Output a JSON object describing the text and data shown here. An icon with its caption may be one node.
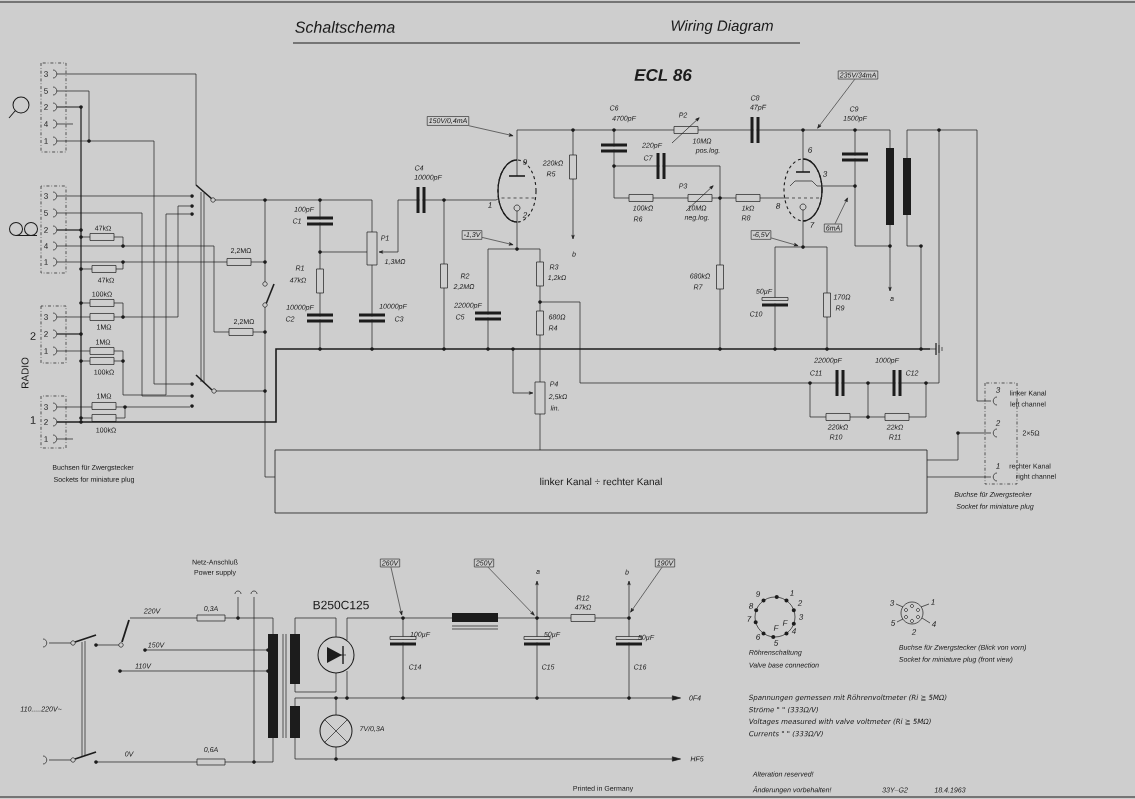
{
  "diagram": {
    "title": "Schaltschema",
    "nodes": [
      {
        "text": [
          "150V/0,4mA"
        ]
      },
      {
        "text": [
          "-1,3V"
        ]
      },
      {
        "text": [
          "235V/34mA"
        ]
      },
      {
        "text": [
          "6mA"
        ]
      },
      {
        "text": [
          "-6,5V"
        ]
      },
      {
        "text": [
          "260V"
        ]
      },
      {
        "text": [
          "250V"
        ]
      },
      {
        "text": [
          "190V"
        ]
      },
      {
        "text": [
          "linker Kanal ÷ rechter Kanal"
        ]
      }
    ],
    "edges": [
      {
        "from": 0,
        "to": null,
        "arrow": "to"
      },
      {
        "from": 1,
        "to": null,
        "arrow": "to"
      },
      {
        "from": 2,
        "to": null,
        "arrow": "to"
      },
      {
        "from": 3,
        "to": null,
        "arrow": "to"
      },
      {
        "from": 4,
        "to": null,
        "arrow": "to"
      },
      {
        "from": 5,
        "to": null,
        "arrow": "to"
      },
      {
        "from": 6,
        "to": null,
        "arrow": "to"
      },
      {
        "from": 7,
        "to": null,
        "arrow": "to"
      }
    ],
    "labels": [
      "Wiring Diagram",
      "ECL 86",
      "3",
      "5",
      "2",
      "4",
      "1",
      "3",
      "5",
      "2",
      "4",
      "1",
      "3",
      "2",
      "1",
      "3",
      "2",
      "1",
      "2",
      "1",
      "RADIO",
      "47kΩ",
      "47kΩ",
      "100kΩ",
      "1MΩ",
      "1MΩ",
      "100kΩ",
      "1MΩ",
      "100kΩ",
      "2,2MΩ",
      "2,2MΩ",
      "Buchsen für Zwergstecker",
      "Sockets for miniature plug",
      "C4",
      "10000pF",
      "100pF",
      "C1",
      "P1",
      "1,3MΩ",
      "R1",
      "47kΩ",
      "10000pF",
      "C2",
      "10000pF",
      "C3",
      "R2",
      "2,2MΩ",
      "22000pF",
      "C5",
      "R3",
      "1,2kΩ",
      "680Ω",
      "R4",
      "P4",
      "2,5kΩ",
      "lin.",
      "220kΩ",
      "R5",
      "b",
      "C6",
      "4700pF",
      "P2",
      "220pF",
      "10MΩ",
      "pos.log.",
      "C7",
      "P3",
      "10MΩ",
      "neg.log.",
      "100kΩ",
      "R6",
      "1kΩ",
      "R8",
      "680kΩ",
      "R7",
      "C8",
      "47pF",
      "C9",
      "1500pF",
      "9",
      "1",
      "2",
      "6",
      "8",
      "3",
      "7",
      "50µF",
      "C10",
      "170Ω",
      "R9",
      "a",
      "22000pF",
      "C11",
      "1000pF",
      "C12",
      "220kΩ",
      "R10",
      "22kΩ",
      "R11",
      "3",
      "2",
      "1",
      "linker Kanal",
      "left channel",
      "2×5Ω",
      "rechter Kanal",
      "right channel",
      "Buchse für Zwergstecker",
      "Socket for miniature plug",
      "Netz-Anschluß",
      "Power supply",
      "220V",
      "0,3A",
      "150V",
      "110V",
      "0V",
      "0,6A",
      "110.....220V~",
      "B250C125",
      "7V/0,3A",
      "100µF",
      "C14",
      "50µF",
      "C15",
      "R12",
      "47kΩ",
      "50µF",
      "C16",
      "a",
      "b",
      "0F4",
      "HF5",
      "Printed in Germany",
      "9",
      "1",
      "2",
      "3",
      "4",
      "5",
      "6",
      "7",
      "8",
      "F",
      "F",
      "Röhrenschaltung",
      "Valve base connection",
      "3",
      "1",
      "5",
      "4",
      "2",
      "Buchse für Zwergstecker (Blick von vorn)",
      "Socket for miniature plug (front view)",
      "Spannungen gemessen mit Röhrenvoltmeter (Ri ≧ 5MΩ)",
      "Ströme \" \" (333Ω/V)",
      "Voltages measured with valve voltmeter (Ri ≧ 5MΩ)",
      "Currents \" \" (333Ω/V)",
      "Alteration reserved!",
      "Änderungen vorbehalten!",
      "33Y–G2",
      "18.4.1963"
    ]
  }
}
